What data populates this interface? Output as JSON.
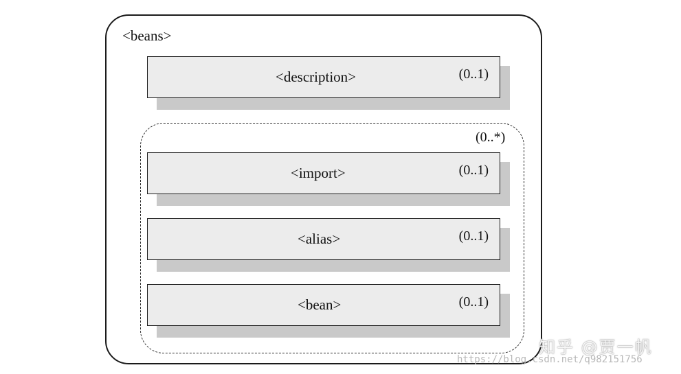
{
  "diagram": {
    "root": {
      "label": "<beans>"
    },
    "children": [
      {
        "label": "<description>",
        "multiplicity": "(0..1)"
      }
    ],
    "group": {
      "multiplicity": "(0..*)",
      "items": [
        {
          "label": "<import>",
          "multiplicity": "(0..1)"
        },
        {
          "label": "<alias>",
          "multiplicity": "(0..1)"
        },
        {
          "label": "<bean>",
          "multiplicity": "(0..1)"
        }
      ]
    }
  },
  "watermark": {
    "site": "知乎 @贾一帆",
    "url": "https://blog.csdn.net/q982151756"
  }
}
